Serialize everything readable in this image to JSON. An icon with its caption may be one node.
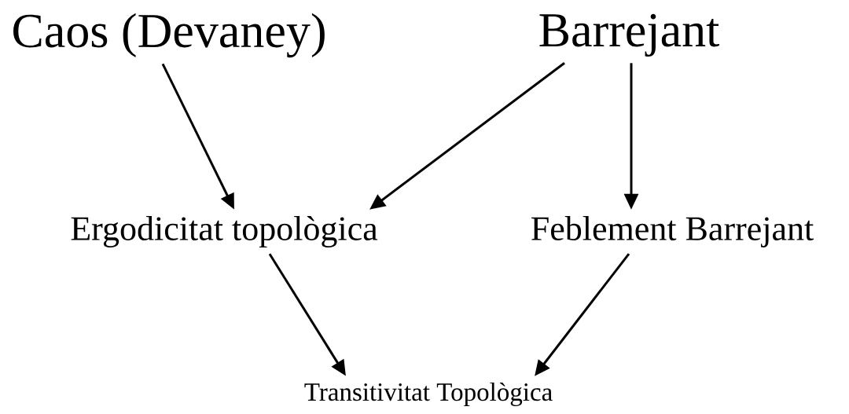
{
  "diagram": {
    "nodes": [
      {
        "text": [
          "Caos (Devaney)"
        ]
      },
      {
        "text": [
          "Barrejant"
        ]
      },
      {
        "text": [
          "Ergodicitat topològica"
        ]
      },
      {
        "text": [
          "Feblement Barrejant"
        ]
      },
      {
        "text": [
          "Transitivitat Topològica"
        ]
      }
    ],
    "edges": [
      {
        "from": 0,
        "to": 2,
        "arrow": "to"
      },
      {
        "from": 1,
        "to": 2,
        "arrow": "to"
      },
      {
        "from": 1,
        "to": 3,
        "arrow": "to"
      },
      {
        "from": 2,
        "to": 4,
        "arrow": "to"
      },
      {
        "from": 3,
        "to": 4,
        "arrow": "to"
      }
    ]
  }
}
